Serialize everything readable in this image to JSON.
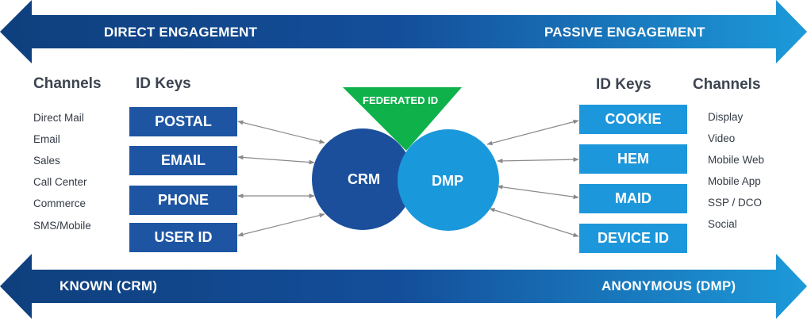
{
  "top_band": {
    "left_label": "DIRECT ENGAGEMENT",
    "right_label": "PASSIVE ENGAGEMENT",
    "gradient": [
      "#0f3f7d",
      "#1d9ad9"
    ]
  },
  "bottom_band": {
    "left_label": "KNOWN (CRM)",
    "right_label": "ANONYMOUS (DMP)",
    "gradient": [
      "#0f3f7d",
      "#1d9ad9"
    ]
  },
  "left": {
    "channels_heading": "Channels",
    "id_keys_heading": "ID Keys",
    "channels": [
      "Direct Mail",
      "Email",
      "Sales",
      "Call Center",
      "Commerce",
      "SMS/Mobile"
    ],
    "id_keys": [
      "POSTAL",
      "EMAIL",
      "PHONE",
      "USER ID"
    ],
    "key_color": "#1d55a3"
  },
  "right": {
    "id_keys_heading": "ID Keys",
    "channels_heading": "Channels",
    "id_keys": [
      "COOKIE",
      "HEM",
      "MAID",
      "DEVICE ID"
    ],
    "channels": [
      "Display",
      "Video",
      "Mobile Web",
      "Mobile App",
      "SSP / DCO",
      "Social"
    ],
    "key_color": "#1d97db"
  },
  "center": {
    "federated_label": "FEDERATED ID",
    "federated_color": "#0fb14b",
    "crm_label": "CRM",
    "crm_color": "#1b4f9c",
    "dmp_label": "DMP",
    "dmp_color": "#1a98dc"
  },
  "connector_color": "#8a8a8a"
}
